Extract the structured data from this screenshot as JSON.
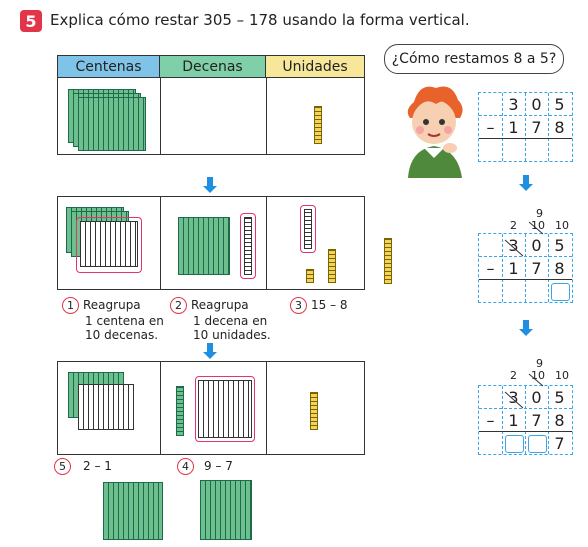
{
  "exercise": {
    "number": "5",
    "title": "Explica cómo restar 305 – 178 usando la forma vertical."
  },
  "table": {
    "headers": [
      "Centenas",
      "Decenas",
      "Unidades"
    ]
  },
  "header_colors": {
    "centenas": "#7fc3e8",
    "decenas": "#7fd0a8",
    "unidades": "#f7e79a"
  },
  "steps": [
    {
      "num": "1",
      "line1": "Reagrupa",
      "line2": "1 centena en",
      "line3": "10 decenas."
    },
    {
      "num": "2",
      "line1": "Reagrupa",
      "line2": "1 decena en",
      "line3": "10 unidades."
    },
    {
      "num": "3",
      "text": "15 – 8"
    },
    {
      "num": "5",
      "text": "2 – 1"
    },
    {
      "num": "4",
      "text": "9 – 7"
    }
  ],
  "bubble": "¿Cómo restamos 8 a 5?",
  "vertical": {
    "top": [
      "3",
      "0",
      "5"
    ],
    "minus": "–",
    "bottom": [
      "1",
      "7",
      "8"
    ],
    "regroup_small": [
      "2",
      "9",
      "10"
    ],
    "result_units": "7"
  }
}
